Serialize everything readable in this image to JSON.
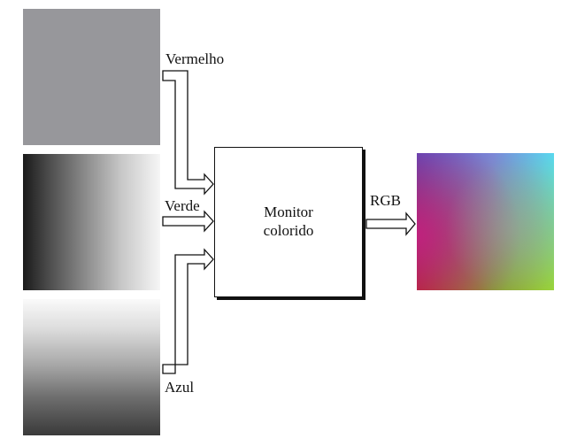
{
  "inputs": {
    "red_label": "Vermelho",
    "green_label": "Verde",
    "blue_label": "Azul"
  },
  "monitor": {
    "line1": "Monitor",
    "line2": "colorido"
  },
  "output": {
    "label": "RGB"
  },
  "colors": {
    "stroke": "#111111",
    "red_swatch": "#97979b",
    "background": "#ffffff"
  }
}
